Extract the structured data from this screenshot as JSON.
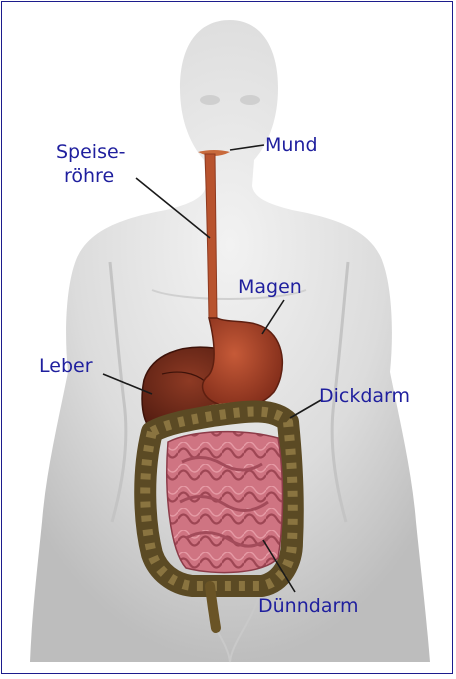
{
  "labels": {
    "mund": "Mund",
    "speiseroehre_1": "Speise-",
    "speiseroehre_2": "röhre",
    "magen": "Magen",
    "leber": "Leber",
    "dickdarm": "Dickdarm",
    "duenndarm": "Dünndarm"
  },
  "colors": {
    "border": "#1c1c8c",
    "label_text": "#1f1f9e",
    "body": "#d9d9d9",
    "esophagus": "#b8532e",
    "stomach": "#9c3a22",
    "liver": "#6e2616",
    "colon": "#5b4a24",
    "small_intestine": "#d07a86"
  }
}
